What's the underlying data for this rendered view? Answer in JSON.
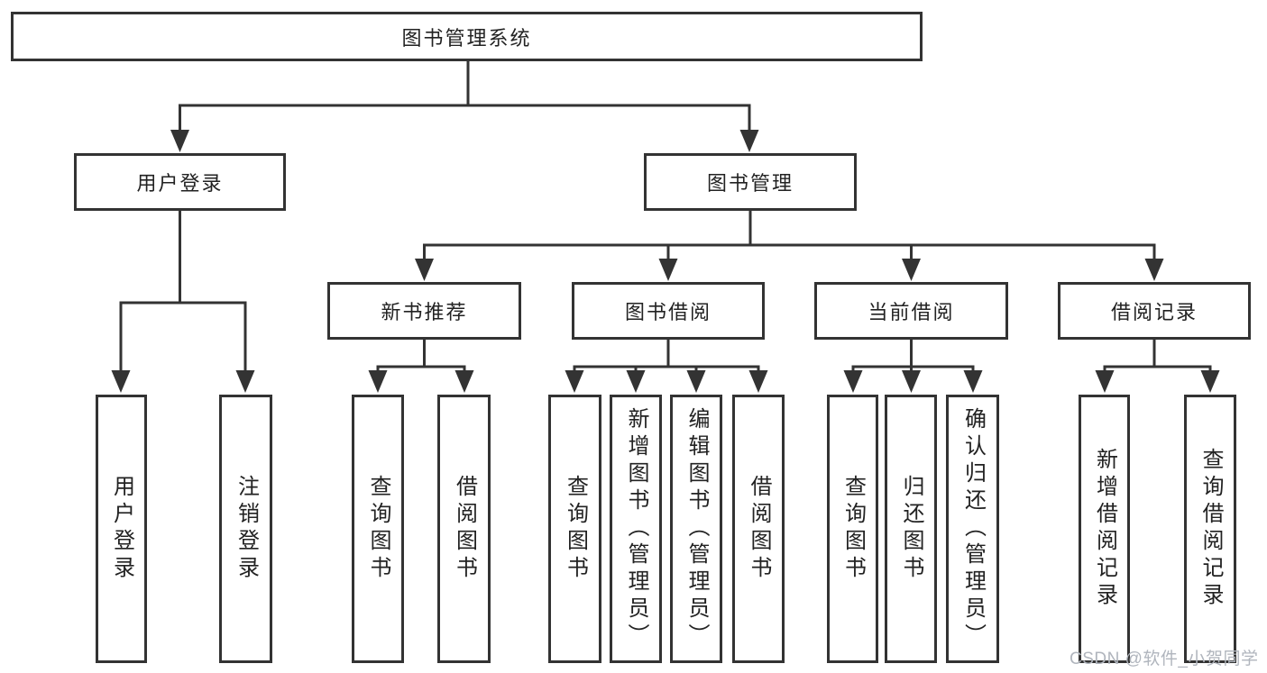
{
  "tree": {
    "root": {
      "label": "图书管理系统",
      "children": [
        {
          "label": "用户登录",
          "children": [
            {
              "label": "用户登录"
            },
            {
              "label": "注销登录"
            }
          ]
        },
        {
          "label": "图书管理",
          "children": [
            {
              "label": "新书推荐",
              "children": [
                {
                  "label": "查询图书"
                },
                {
                  "label": "借阅图书"
                }
              ]
            },
            {
              "label": "图书借阅",
              "children": [
                {
                  "label": "查询图书"
                },
                {
                  "label": "新增图书（管理员）"
                },
                {
                  "label": "编辑图书（管理员）"
                },
                {
                  "label": "借阅图书"
                }
              ]
            },
            {
              "label": "当前借阅",
              "children": [
                {
                  "label": "查询图书"
                },
                {
                  "label": "归还图书"
                },
                {
                  "label": "确认归还（管理员）"
                }
              ]
            },
            {
              "label": "借阅记录",
              "children": [
                {
                  "label": "新增借阅记录"
                },
                {
                  "label": "查询借阅记录"
                }
              ]
            }
          ]
        }
      ]
    }
  },
  "watermark": {
    "text": "CSDN @软件_小贺同学"
  },
  "colors": {
    "line": "#333333",
    "text": "#222222",
    "background": "#ffffff",
    "watermark": "#b0b5bd"
  }
}
